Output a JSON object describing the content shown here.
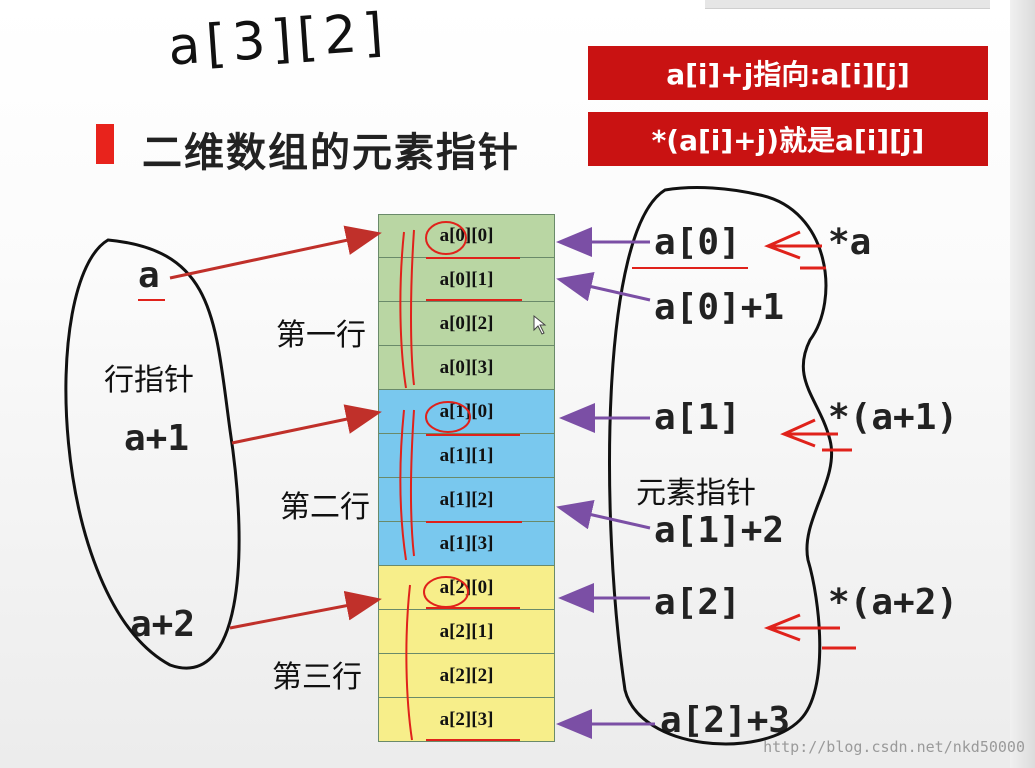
{
  "handwritten_title": "a[3][2]",
  "title": "二维数组的元素指针",
  "red_boxes": [
    "a[i]+j指向:a[i][j]",
    "*(a[i]+j)就是a[i][j]"
  ],
  "cells": [
    "a[0][0]",
    "a[0][1]",
    "a[0][2]",
    "a[0][3]",
    "a[1][0]",
    "a[1][1]",
    "a[1][2]",
    "a[1][3]",
    "a[2][0]",
    "a[2][1]",
    "a[2][2]",
    "a[2][3]"
  ],
  "row_labels": [
    "第一行",
    "第二行",
    "第三行"
  ],
  "row_pointer_caption": "行指针",
  "row_pointers": [
    "a",
    "a+1",
    "a+2"
  ],
  "element_pointer_caption": "元素指针",
  "element_pointers": [
    "a[0]",
    "a[0]+1",
    "a[1]",
    "a[1]+2",
    "a[2]",
    "a[2]+3"
  ],
  "deref_labels": [
    "*a",
    "*(a+1)",
    "*(a+2)"
  ],
  "watermark": "http://blog.csdn.net/nkd50000",
  "colors": {
    "row0": "#b9d6a3",
    "row1": "#79c8ee",
    "row2": "#f7ee8a",
    "red_box": "#c91212",
    "arrow_red": "#c0302a",
    "arrow_purple": "#7b4fa5",
    "pen_red": "#e0221b"
  }
}
